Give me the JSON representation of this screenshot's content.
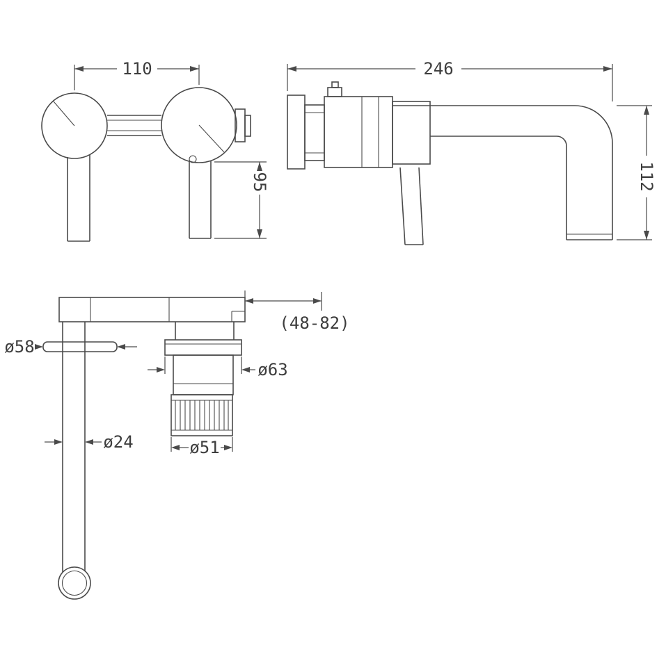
{
  "drawing": {
    "kind": "technical-dimension-drawing",
    "subject": "wall-mounted-basin-mixer-tap"
  },
  "colors": {
    "line": "#4a4a4a",
    "background": "#ffffff"
  },
  "dimensions": {
    "front_center_distance": "110",
    "front_handle_length": "95",
    "side_spout_reach": "246",
    "side_spout_drop": "112",
    "wall_flange_diameter": "ø58",
    "escutcheon_diameter": "ø63",
    "tube_diameter": "ø24",
    "handle_diameter": "ø51",
    "mounting_depth_range": "(48-82)"
  }
}
